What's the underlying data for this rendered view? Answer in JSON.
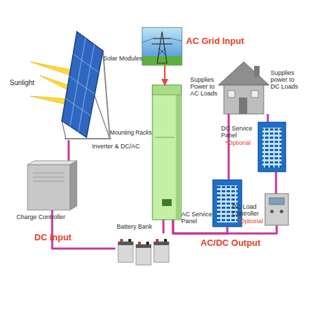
{
  "diagram": {
    "nodes": [
      {
        "text": [
          "Solar Modules"
        ]
      },
      {
        "text": [
          "AC Grid Input"
        ]
      },
      {
        "text": [
          "Supplies Power to AC Loads",
          "Supplies power to DC Loads"
        ]
      },
      {
        "text": [
          "Inverter & DC/AC"
        ]
      },
      {
        "text": [
          "DC Service Panel",
          "*Optional"
        ]
      },
      {
        "text": [
          "Charge Controller"
        ]
      },
      {
        "text": [
          "AC Service Panel"
        ]
      },
      {
        "text": [
          "DC Load Controller",
          "*Optional"
        ]
      },
      {
        "text": [
          "Battery Bank"
        ]
      }
    ],
    "edges": [
      {
        "from": 0,
        "to": 5,
        "arrow": "none"
      },
      {
        "from": 5,
        "to": 8,
        "arrow": "none"
      },
      {
        "from": 8,
        "to": 3,
        "arrow": "none"
      },
      {
        "from": 1,
        "to": 3,
        "arrow": "to"
      },
      {
        "from": 3,
        "to": 6,
        "arrow": "none"
      },
      {
        "from": 3,
        "to": 7,
        "arrow": "none"
      },
      {
        "from": 6,
        "to": 2,
        "arrow": "none"
      },
      {
        "from": 2,
        "to": 4,
        "arrow": "none"
      },
      {
        "from": 4,
        "to": 7,
        "arrow": "none"
      }
    ],
    "labels": [
      "Sunlight",
      "Mounting Racks",
      "DC Input",
      "AC/DC Output"
    ]
  }
}
